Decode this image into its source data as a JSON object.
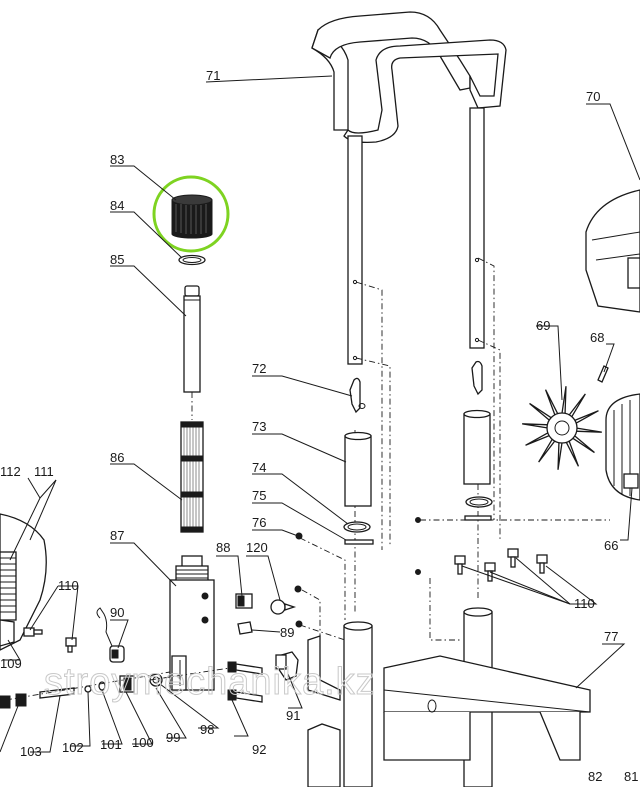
{
  "diagram": {
    "labels": {
      "p70": "70",
      "p71": "71",
      "p72": "72",
      "p73": "73",
      "p74": "74",
      "p75": "75",
      "p76": "76",
      "p77": "77",
      "p82": "82",
      "p81": "81",
      "p83": "83",
      "p84": "84",
      "p85": "85",
      "p86": "86",
      "p87": "87",
      "p88": "88",
      "p120": "120",
      "p89": "89",
      "p90": "90",
      "p91": "91",
      "p92": "92",
      "p98": "98",
      "p99": "99",
      "p100": "100",
      "p101": "101",
      "p102": "102",
      "p103": "103",
      "p109": "109",
      "p110a": "110",
      "p110b": "110",
      "p111": "111",
      "p112": "112",
      "p66": "66",
      "p68": "68",
      "p69": "69"
    },
    "highlight_color": "#7ed321",
    "line_color": "#1a1a1a",
    "watermark": "stroymechanika.kz"
  }
}
